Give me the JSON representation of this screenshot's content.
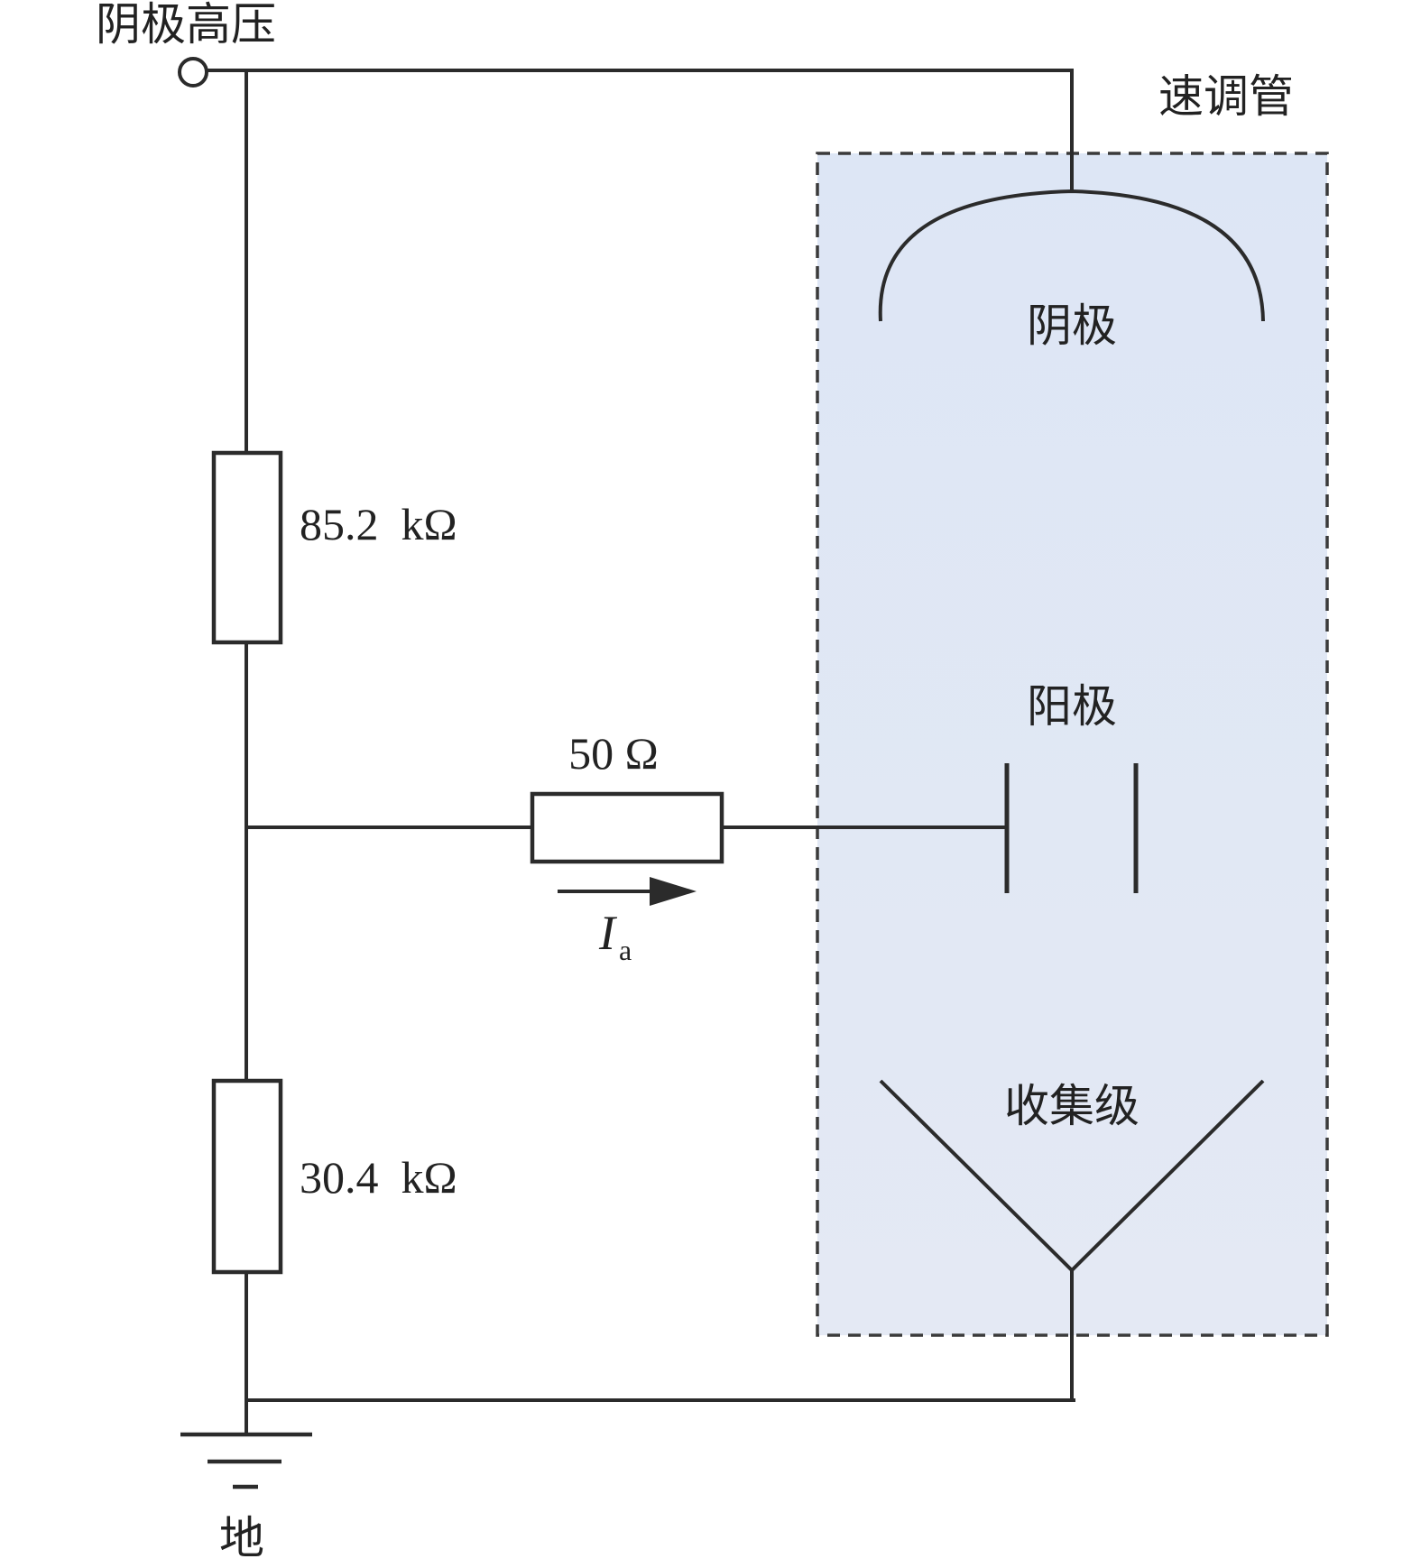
{
  "labels": {
    "cathode_hv": "阴极高压",
    "klystron": "速调管",
    "cathode": "阴极",
    "anode": "阳极",
    "collector": "收集级",
    "ground": "地"
  },
  "components": {
    "r_top": "85.2  kΩ",
    "r_bottom": "30.4  kΩ",
    "r_anode": "50 Ω"
  },
  "current": {
    "symbol": "I",
    "subscript": "a"
  },
  "colors": {
    "tube_fill": "#dde5f3",
    "wire": "#2b2b2b"
  }
}
